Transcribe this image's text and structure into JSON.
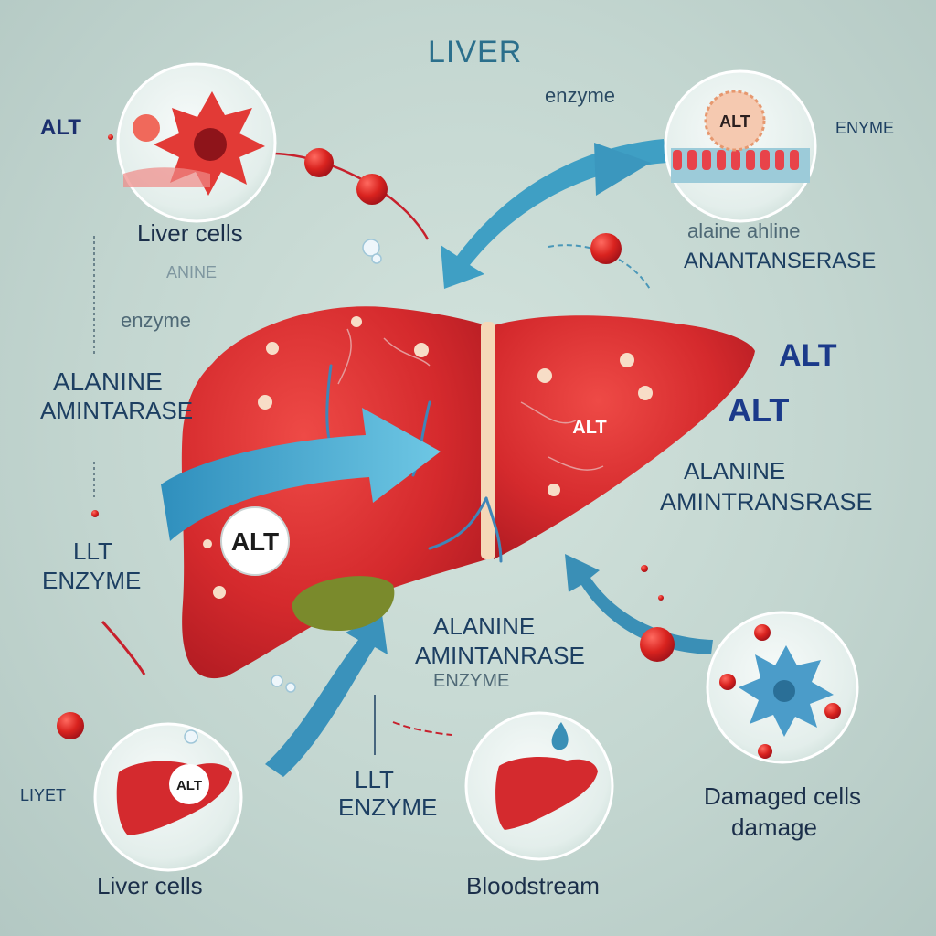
{
  "title": "LIVER",
  "labels": {
    "enzyme_top": "enzyme",
    "enzyme_right": "ENYME",
    "alt_left_top": "ALT",
    "aline_right": "alaine ahline",
    "anantanserase": "ANANTANSERASE",
    "anine_faint": "ANINE",
    "enzyme_left": "enzyme",
    "alanine_left": "ALANINE",
    "amintarase_left": "AMINTARASE",
    "alt_right_1": "ALT",
    "alt_right_2": "ALT",
    "alanine_right": "ALANINE",
    "amintransrase_right": "AMINTRANSRASE",
    "llt_left": "LLT",
    "enzyme_left_2": "ENZYME",
    "alanine_center": "ALANINE",
    "amintanrase_center": "AMINTANRASE",
    "enzyme_center": "ENZYME",
    "llt_center": "LLT",
    "enzyme_center_2": "ENZYME",
    "liyet": "LIYET",
    "damaged_cells": "Damaged cells",
    "damage": "damage"
  },
  "liver_badges": {
    "left_lobe": "ALT",
    "right_lobe": "ALT"
  },
  "circles": {
    "top_left": {
      "caption": "Liver cells"
    },
    "top_right": {
      "badge": "ALT"
    },
    "bottom_left": {
      "caption": "Liver cells",
      "badge": "ALT"
    },
    "bottom_center": {
      "caption": "Bloodstream"
    },
    "bottom_right": {}
  },
  "colors": {
    "liver": "#d42a2e",
    "arrow": "#3f9fc4",
    "accent_red": "#c7202c",
    "text": "#1d3f62"
  }
}
